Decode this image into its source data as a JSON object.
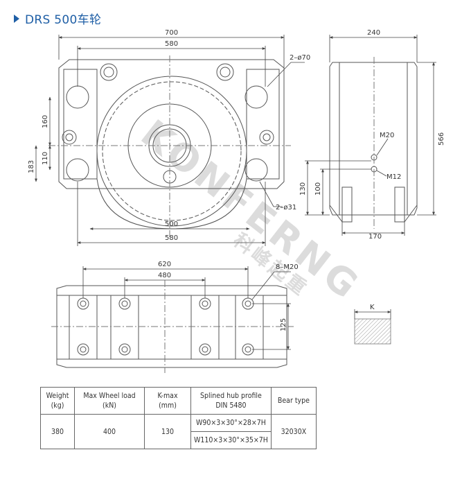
{
  "title": "DRS 500车轮",
  "colors": {
    "accent": "#1f5fa6",
    "line": "#555555",
    "dim": "#444444"
  },
  "front_view": {
    "dims": {
      "width_700": "700",
      "width_580_top": "580",
      "width_500": "500",
      "width_580_bottom": "580",
      "height_160": "160",
      "height_110": "110",
      "height_183": "183"
    },
    "labels": {
      "holes_70": "2–ø70",
      "holes_31": "2–ø31"
    }
  },
  "side_view": {
    "dims": {
      "width_240": "240",
      "height_566": "566",
      "height_130": "130",
      "height_100": "100",
      "width_170": "170"
    },
    "labels": {
      "m20": "M20",
      "m12": "M12"
    }
  },
  "bottom_view": {
    "dims": {
      "width_620": "620",
      "width_480": "480",
      "height_125": "125"
    },
    "labels": {
      "bolts": "8–M20"
    }
  },
  "k_symbol": {
    "label": "K"
  },
  "watermark": {
    "brand": "KONFERNG",
    "cn": "科峰起重"
  },
  "table": {
    "headers": [
      {
        "line1": "Weight",
        "line2": "(kg)"
      },
      {
        "line1": "Max Wheel load",
        "line2": "(kN)"
      },
      {
        "line1": "K-max",
        "line2": "(mm)"
      },
      {
        "line1": "Splined hub profile",
        "line2": "DIN 5480"
      },
      {
        "line1": "Bear type",
        "line2": ""
      }
    ],
    "row": {
      "weight": "380",
      "load": "400",
      "kmax": "130",
      "spline1": "W90×3×30°×28×7H",
      "spline2": "W110×3×30°×35×7H",
      "bearing": "32030X"
    }
  }
}
